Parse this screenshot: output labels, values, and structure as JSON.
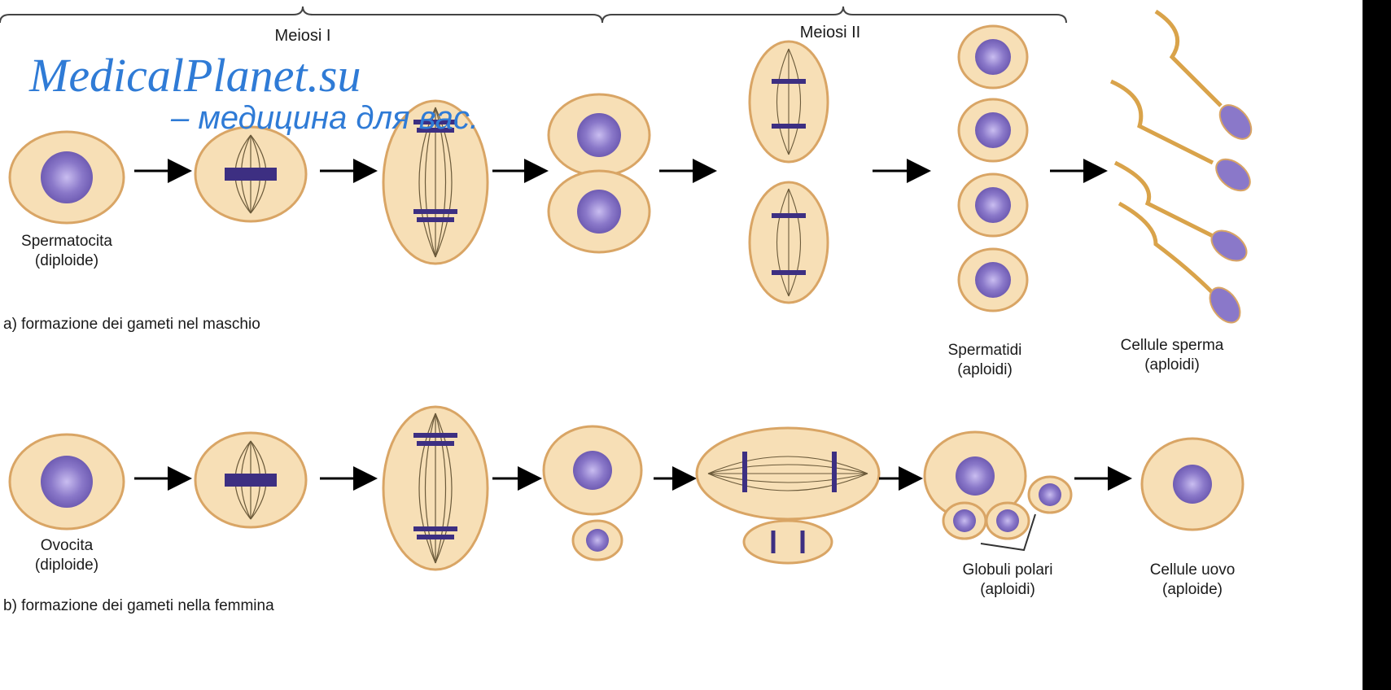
{
  "watermark": {
    "line1": "MedicalPlanet.su",
    "line2": "– медицина для вас."
  },
  "headers": {
    "meiosis1": "Meiosi I",
    "meiosis2": "Meiosi II"
  },
  "male": {
    "start_label_1": "Spermatocita",
    "start_label_2": "(diploide)",
    "section_caption": "a) formazione dei gameti nel maschio",
    "spermatids_1": "Spermatidi",
    "spermatids_2": "(aploidi)",
    "sperm_1": "Cellule sperma",
    "sperm_2": "(aploidi)"
  },
  "female": {
    "start_label_1": "Ovocita",
    "start_label_2": "(diploide)",
    "section_caption": "b) formazione dei gameti nella femmina",
    "polar_1": "Globuli polari",
    "polar_2": "(aploidi)",
    "egg_1": "Cellule uovo",
    "egg_2": "(aploide)"
  },
  "colors": {
    "cell_fill": "#f7dfb6",
    "cell_stroke": "#d9a565",
    "nucleus": "#8a78c9",
    "chromosome": "#3d2f82",
    "spindle": "#6b5a3a",
    "watermark": "#2f7bd6",
    "sperm_tail": "#d9a34a"
  }
}
